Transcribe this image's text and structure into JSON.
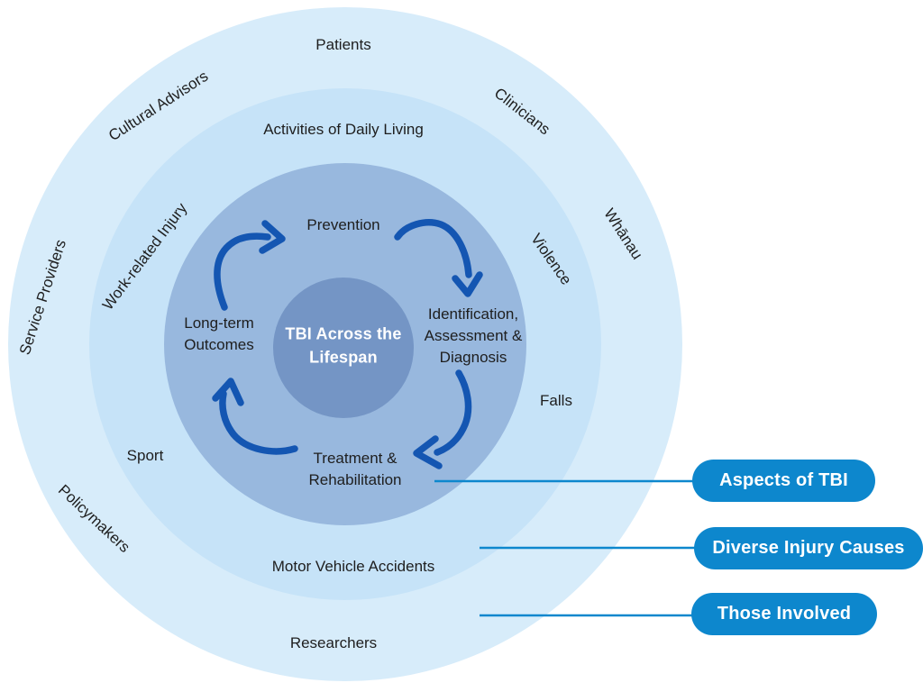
{
  "diagram_title": "TBI Across the Lifespan",
  "colors": {
    "outer_ring": "#d7ecfa",
    "middle_ring": "#c6e3f8",
    "inner_ring": "#98b8de",
    "center_circle": "#7495c5",
    "arrow": "#1456b2",
    "accent": "#0d87cd"
  },
  "center": {
    "label": "TBI Across the\nLifespan"
  },
  "aspects": {
    "prevention": "Prevention",
    "identification": "Identification,\nAssessment &\nDiagnosis",
    "treatment": "Treatment &\nRehabilitation",
    "long_term": "Long-term\nOutcomes"
  },
  "injury_causes": {
    "adl": "Activities of Daily Living",
    "violence": "Violence",
    "falls": "Falls",
    "motor_vehicle": "Motor Vehicle Accidents",
    "sport": "Sport",
    "work_related": "Work-related Injury"
  },
  "those_involved": {
    "patients": "Patients",
    "clinicians": "Clinicians",
    "whanau": "Whānau",
    "researchers": "Researchers",
    "policymakers": "Policymakers",
    "service_providers": "Service Providers",
    "cultural_advisors": "Cultural Advisors"
  },
  "legend": {
    "aspects_label": "Aspects of TBI",
    "causes_label": "Diverse Injury Causes",
    "involved_label": "Those Involved"
  }
}
